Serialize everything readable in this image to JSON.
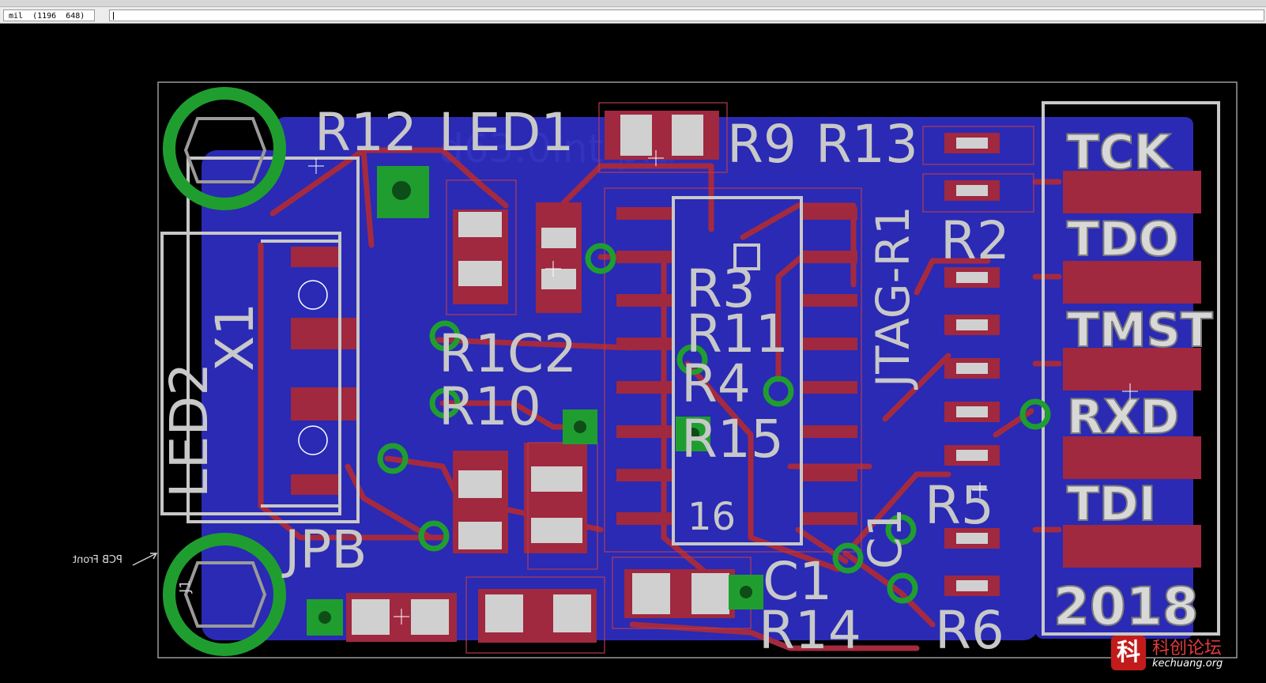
{
  "command_bar": {
    "coordinate_readout": "mil  (1196  648)",
    "command_value": ""
  },
  "board": {
    "silk_labels": {
      "r12": "R12",
      "led1": "LED1",
      "r9": "R9",
      "r13": "R13",
      "r2": "R2",
      "r3": "R3",
      "r11": "R11",
      "r4": "R4",
      "r15": "R15",
      "r1": "R1",
      "c2": "C2",
      "r10": "R10",
      "x1": "X1",
      "led2": "LED2",
      "jpb": "JPB",
      "c1": "C1",
      "r14": "R14",
      "r6": "R6",
      "r5": "R5",
      "jtag_label": "JTAG-R1",
      "c1_vertical": "C1",
      "ic_number": "16",
      "j1": "J1"
    },
    "connector_pins": [
      "TCK",
      "TDO",
      "TMST",
      "RXD",
      "TDI"
    ],
    "year": "2018",
    "pcb_front_label": "PCB Front"
  },
  "colors": {
    "background": "#000000",
    "top_copper": "#b22b43",
    "bottom_copper": "#2a2ab4",
    "silkscreen": "#c8c8c8",
    "via": "#1f9e2f",
    "pad": "#a0283f"
  },
  "watermark": {
    "logo_char": "科",
    "chinese": "科创论坛",
    "url": "kechuang.org"
  }
}
